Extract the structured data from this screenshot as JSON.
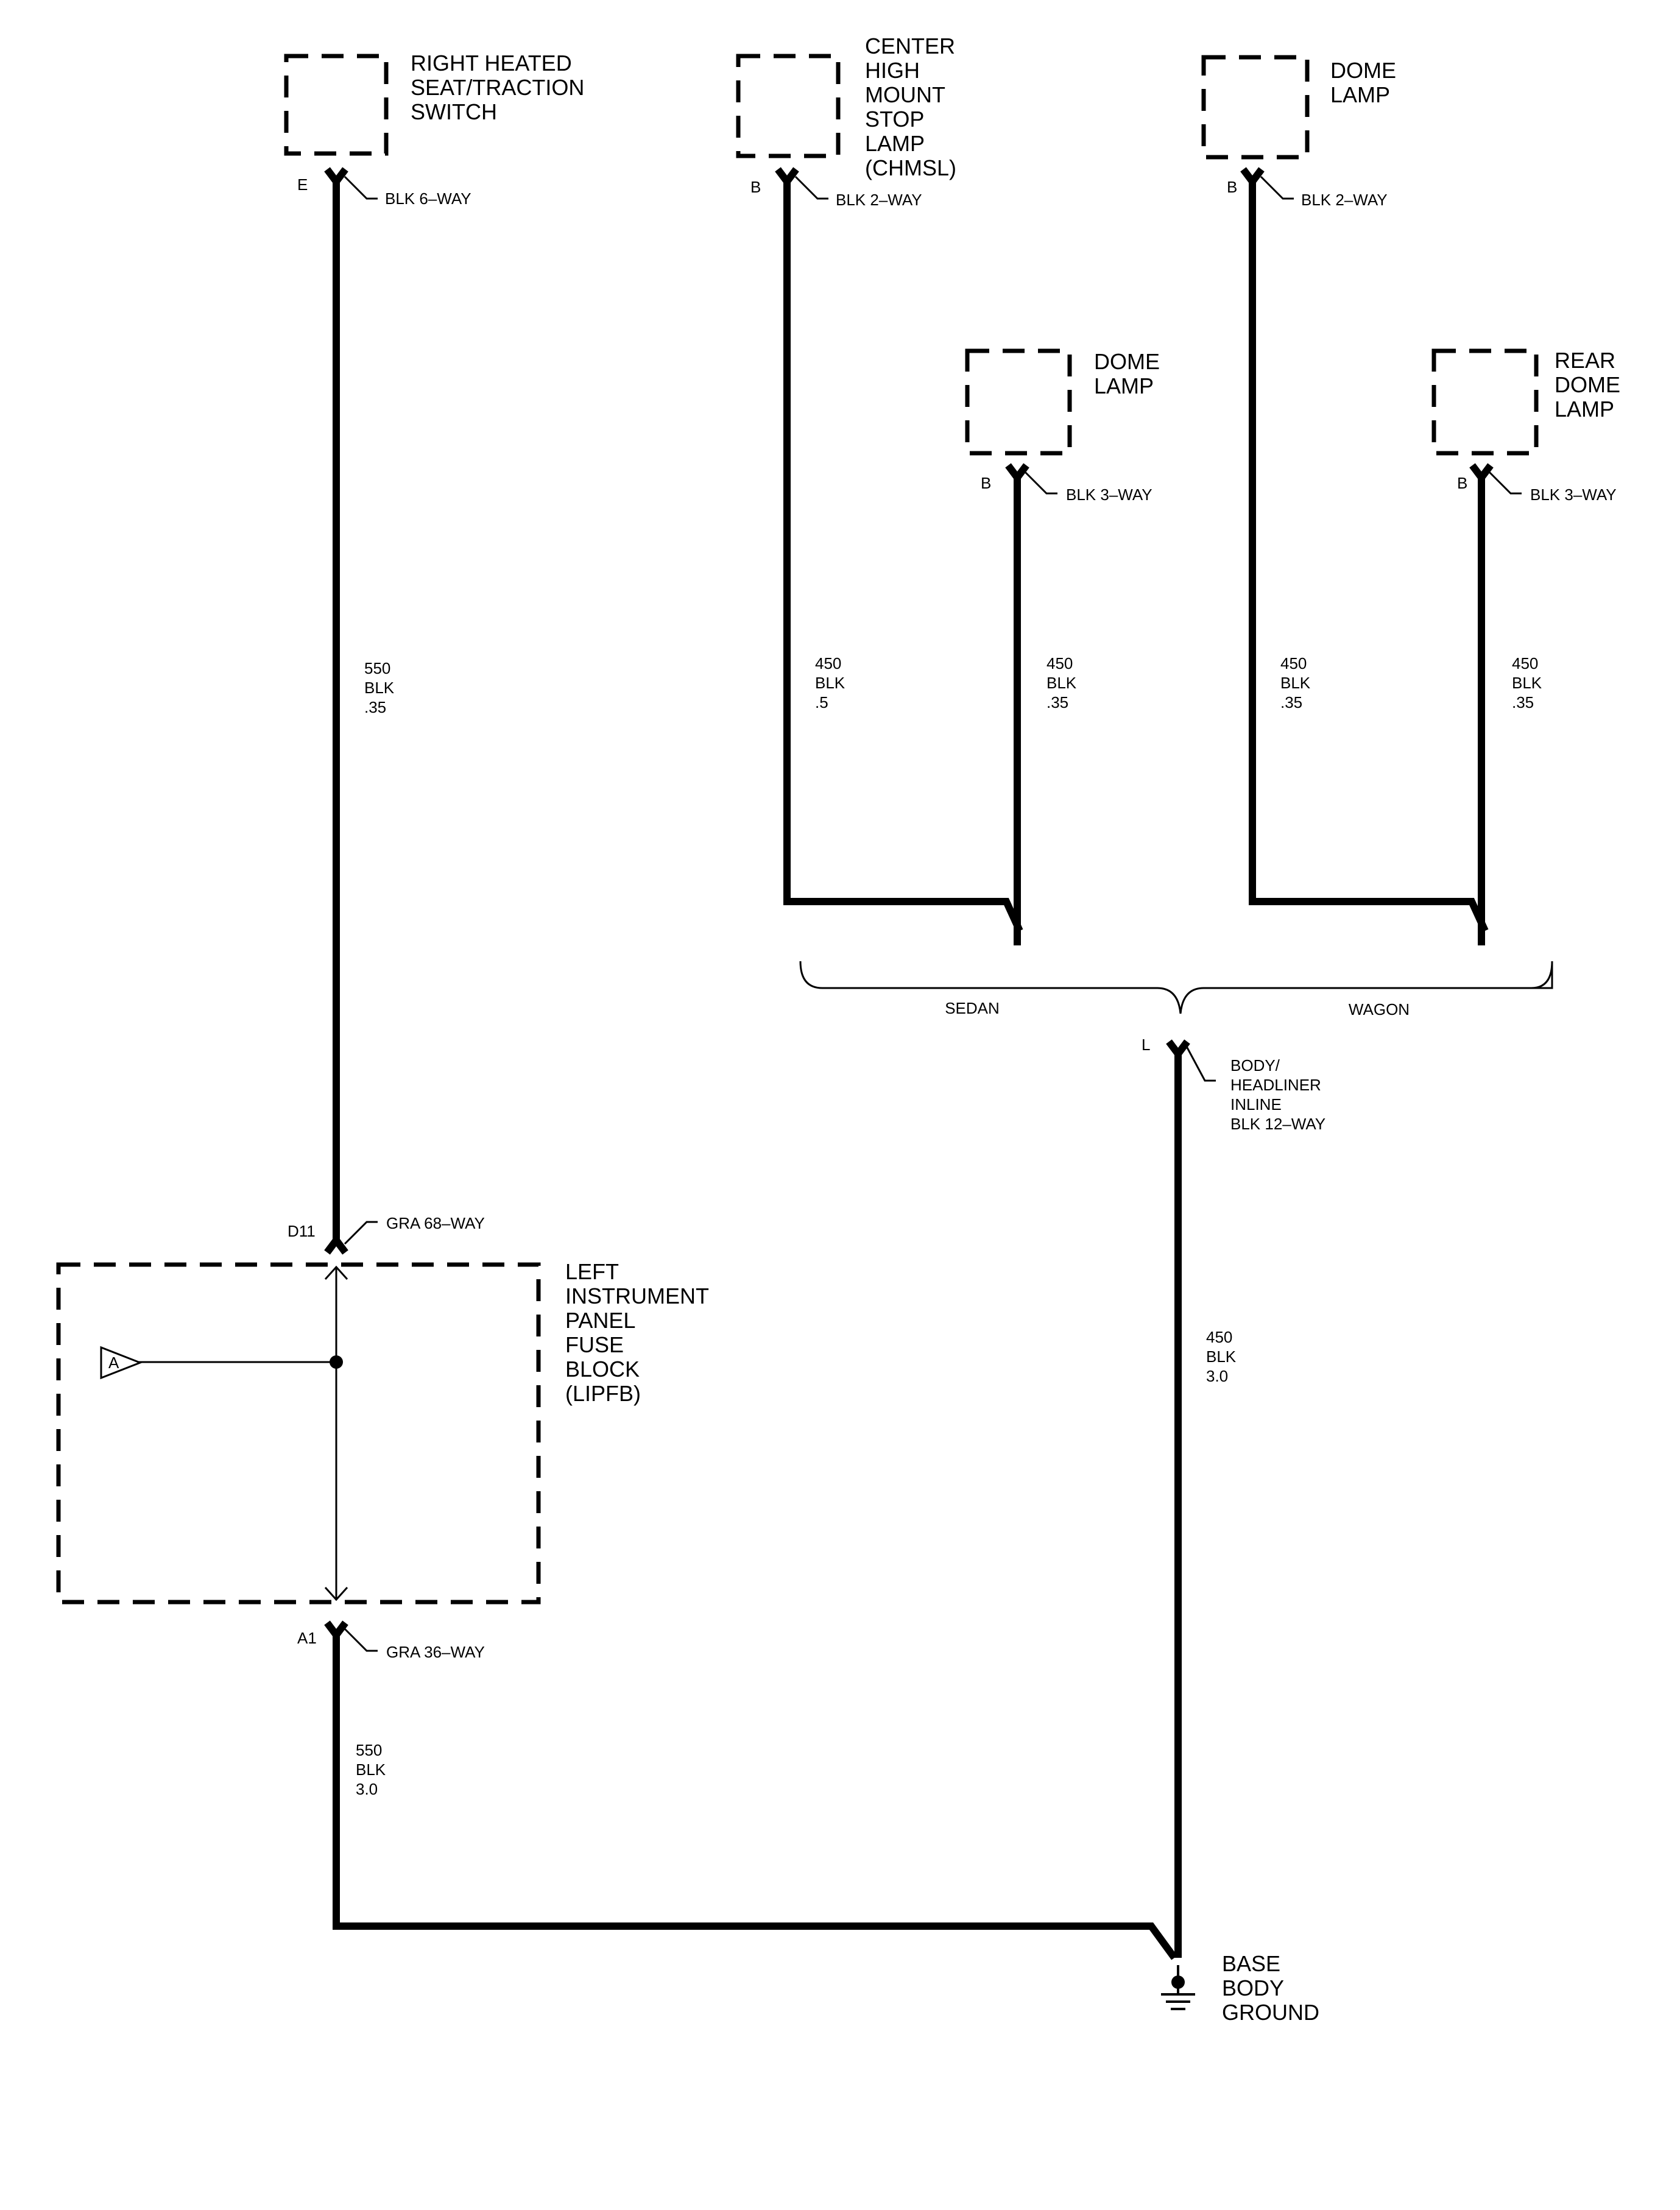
{
  "components": {
    "right_heated_seat": {
      "lines": [
        "RIGHT HEATED",
        "SEAT/TRACTION",
        "SWITCH"
      ],
      "pin": "E",
      "connector": "BLK 6–WAY"
    },
    "chmsl": {
      "lines": [
        "CENTER",
        "HIGH",
        "MOUNT",
        "STOP",
        "LAMP",
        "(CHMSL)"
      ],
      "pin": "B",
      "connector": "BLK 2–WAY"
    },
    "dome_lamp_top": {
      "lines": [
        "DOME",
        "LAMP"
      ],
      "pin": "B",
      "connector": "BLK 2–WAY"
    },
    "dome_lamp_sedan": {
      "lines": [
        "DOME",
        "LAMP"
      ],
      "pin": "B",
      "connector": "BLK 3–WAY"
    },
    "rear_dome_lamp": {
      "lines": [
        "REAR",
        "DOME",
        "LAMP"
      ],
      "pin": "B",
      "connector": "BLK 3–WAY"
    },
    "lipfb": {
      "lines": [
        "LEFT",
        "INSTRUMENT",
        "PANEL",
        "FUSE",
        "BLOCK",
        "(LIPFB)"
      ],
      "top_pin": "D11",
      "top_connector": "GRA 68–WAY",
      "bottom_pin": "A1",
      "bottom_connector": "GRA 36–WAY",
      "internal_ref": "A"
    },
    "inline": {
      "pin": "L",
      "lines": [
        "BODY/",
        "HEADLINER",
        "INLINE",
        "BLK 12–WAY"
      ]
    },
    "ground": {
      "lines": [
        "BASE",
        "BODY",
        "GROUND"
      ]
    }
  },
  "wires": {
    "seat_wire": [
      "550",
      "BLK",
      ".35"
    ],
    "chmsl_wire": [
      "450",
      "BLK",
      ".5"
    ],
    "dome_sedan_wire": [
      "450",
      "BLK",
      ".35"
    ],
    "dome_top_wire": [
      "450",
      "BLK",
      ".35"
    ],
    "rear_dome_wire": [
      "450",
      "BLK",
      ".35"
    ],
    "inline_wire": [
      "450",
      "BLK",
      "3.0"
    ],
    "lipfb_ground_wire": [
      "550",
      "BLK",
      "3.0"
    ]
  },
  "options": {
    "left": "SEDAN",
    "right": "WAGON"
  }
}
